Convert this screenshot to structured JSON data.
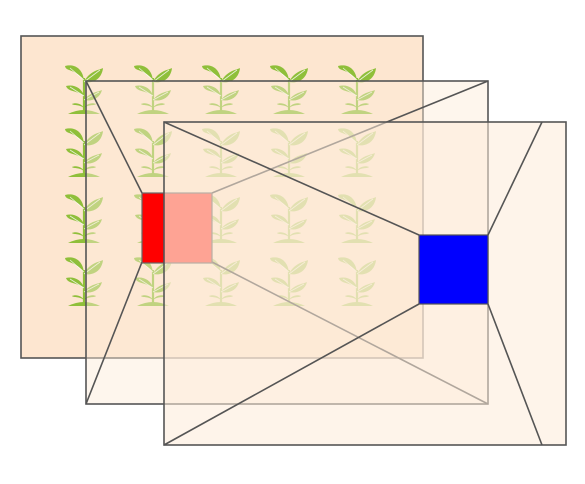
{
  "diagram": {
    "colors": {
      "background": "#ffffff",
      "layer_fill_back": "#fde6d0",
      "layer_fill_front": "#fdebd8",
      "frame_stroke": "#555555",
      "plant_leaf": "#8fbf3a",
      "plant_leaf_light": "#b5d66a",
      "plant_soil": "#8fbf3a",
      "red_square": "#ff0000",
      "red_square_overlay": "#ff4d40",
      "blue_square": "#0000ff"
    },
    "layers": [
      {
        "name": "back-image-layer",
        "content": "plant-grid"
      },
      {
        "name": "middle-frustum-layer",
        "content": "empty"
      },
      {
        "name": "front-frustum-layer",
        "content": "empty"
      }
    ],
    "plant_grid": {
      "rows": 4,
      "cols": 5,
      "icon": "seedling-icon"
    },
    "markers": [
      {
        "name": "red-square",
        "color": "red"
      },
      {
        "name": "blue-square",
        "color": "blue"
      }
    ]
  }
}
